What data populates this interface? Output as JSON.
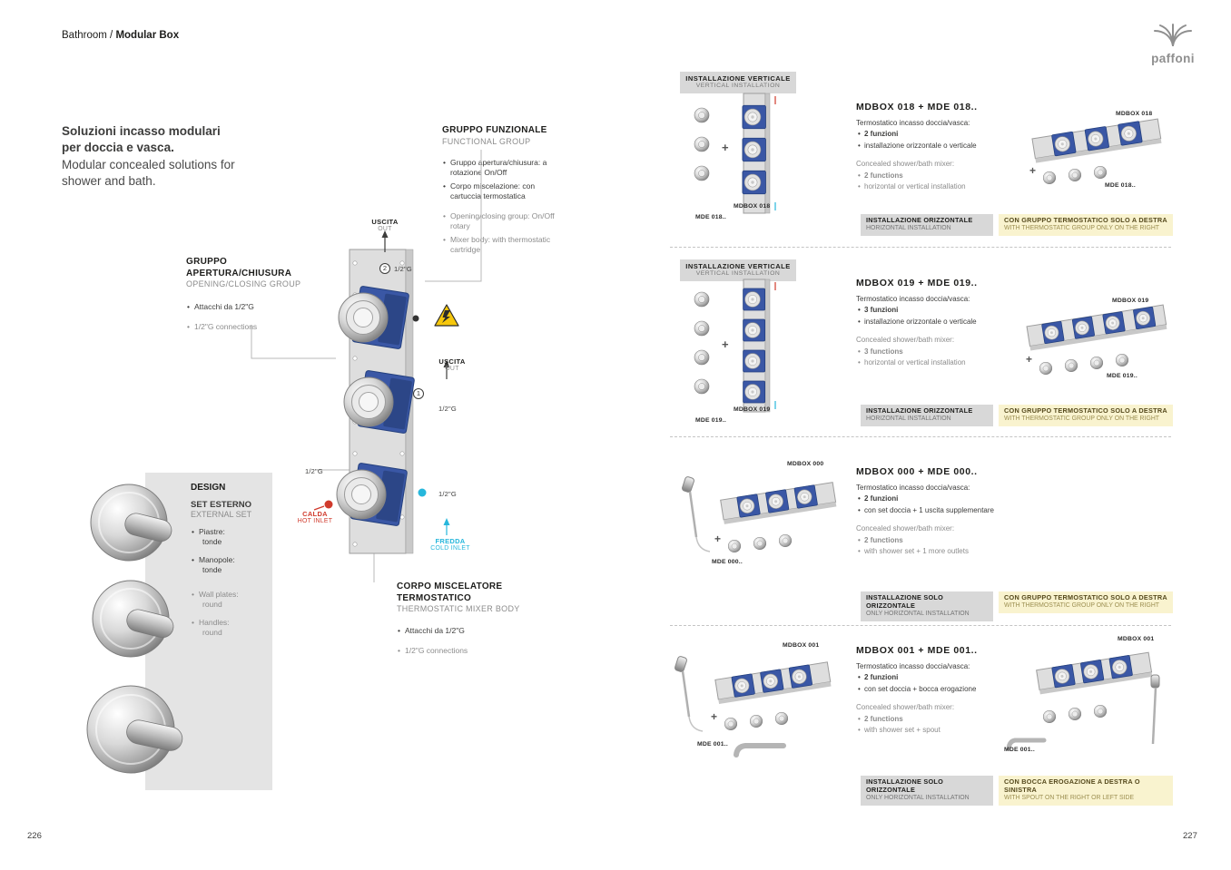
{
  "colors": {
    "module_blue": "#3a57a5",
    "hot_red": "#d03a2c",
    "cold_cyan": "#27b7dc",
    "badge_gray": "#d8d8d8",
    "badge_yellow": "#f9f3cf"
  },
  "left": {
    "breadcrumb": {
      "prefix": "Bathroom / ",
      "current": "Modular Box"
    },
    "intro": {
      "it": "Soluzioni incasso modulari per doccia e vasca.",
      "en": "Modular concealed solutions for shower and bath."
    },
    "functional_group": {
      "title_it": "GRUPPO FUNZIONALE",
      "title_en": "FUNCTIONAL GROUP",
      "bullets_it": [
        "Gruppo apertura/chiusura: a rotazione On/Off",
        "Corpo miscelazione: con cartuccia termostatica"
      ],
      "bullets_en": [
        "Opening/closing group: On/Off rotary",
        "Mixer body: with thermostatic cartridge"
      ]
    },
    "opening_group": {
      "title_it": "GRUPPO APERTURA/CHIUSURA",
      "title_en": "OPENING/CLOSING GROUP",
      "bullet_it": "Attacchi da 1/2\"G",
      "bullet_en": "1/2\"G connections"
    },
    "mixer_body": {
      "title_it": "CORPO MISCELATORE TERMOSTATICO",
      "title_en": "THERMOSTATIC MIXER BODY",
      "bullet_it": "Attacchi da 1/2\"G",
      "bullet_en": "1/2\"G connections"
    },
    "design": {
      "title": "DESIGN",
      "subtitle_it": "SET ESTERNO",
      "subtitle_en": "EXTERNAL SET",
      "bullets_it": [
        {
          "label": "Piastre:",
          "value": "tonde"
        },
        {
          "label": "Manopole:",
          "value": "tonde"
        }
      ],
      "bullets_en": [
        {
          "label": "Wall plates:",
          "value": "round"
        },
        {
          "label": "Handles:",
          "value": "round"
        }
      ]
    },
    "diagram": {
      "uscita": "USCITA",
      "out": "OUT",
      "size_g": "1/2\"G",
      "num_1": "1",
      "num_2": "2",
      "calda": "CALDA",
      "hot_inlet": "HOT INLET",
      "fredda": "FREDDA",
      "cold_inlet": "COLD INLET"
    },
    "page_number": "226"
  },
  "right": {
    "logo": "paffoni",
    "products": [
      {
        "vertical_badge_it": "INSTALLAZIONE VERTICALE",
        "vertical_badge_en": "VERTICAL INSTALLATION",
        "title": "MDBOX 018 + MDE 018..",
        "it_head": "Termostatico incasso doccia/vasca:",
        "it_b1": "2 funzioni",
        "it_b2": "installazione orizzontale o verticale",
        "en_head": "Concealed shower/bath mixer:",
        "en_b1": "2 functions",
        "en_b2": "horizontal or vertical installation",
        "label_mde_left": "MDE 018..",
        "label_mdbox_left": "MDBOX 018",
        "label_mdbox_right": "MDBOX 018",
        "label_mde_right": "MDE 018..",
        "badge1_it": "INSTALLAZIONE ORIZZONTALE",
        "badge1_en": "HORIZONTAL INSTALLATION",
        "badge2_it": "CON GRUPPO TERMOSTATICO SOLO A DESTRA",
        "badge2_en": "WITH THERMOSTATIC GROUP ONLY ON THE RIGHT"
      },
      {
        "vertical_badge_it": "INSTALLAZIONE VERTICALE",
        "vertical_badge_en": "VERTICAL INSTALLATION",
        "title": "MDBOX 019 + MDE 019..",
        "it_head": "Termostatico incasso doccia/vasca:",
        "it_b1": "3 funzioni",
        "it_b2": "installazione orizzontale o verticale",
        "en_head": "Concealed shower/bath mixer:",
        "en_b1": "3 functions",
        "en_b2": "horizontal or vertical installation",
        "label_mde_left": "MDE 019..",
        "label_mdbox_left": "MDBOX 019",
        "label_mdbox_right": "MDBOX 019",
        "label_mde_right": "MDE 019..",
        "badge1_it": "INSTALLAZIONE ORIZZONTALE",
        "badge1_en": "HORIZONTAL INSTALLATION",
        "badge2_it": "CON GRUPPO TERMOSTATICO SOLO A DESTRA",
        "badge2_en": "WITH THERMOSTATIC GROUP ONLY ON THE RIGHT"
      },
      {
        "title": "MDBOX 000 + MDE 000..",
        "it_head": "Termostatico incasso doccia/vasca:",
        "it_b1": "2 funzioni",
        "it_b2": "con set doccia + 1 uscita supplementare",
        "en_head": "Concealed shower/bath mixer:",
        "en_b1": "2 functions",
        "en_b2": "with shower set + 1 more outlets",
        "label_mdbox_left": "MDBOX 000",
        "label_mde_left": "MDE 000..",
        "badge1_it": "INSTALLAZIONE SOLO ORIZZONTALE",
        "badge1_en": "ONLY HORIZONTAL INSTALLATION",
        "badge2_it": "CON GRUPPO TERMOSTATICO SOLO A DESTRA",
        "badge2_en": "WITH THERMOSTATIC GROUP ONLY ON THE RIGHT"
      },
      {
        "title": "MDBOX 001 + MDE 001..",
        "it_head": "Termostatico incasso doccia/vasca:",
        "it_b1": "2 funzioni",
        "it_b2": "con set doccia + bocca erogazione",
        "en_head": "Concealed shower/bath mixer:",
        "en_b1": "2 functions",
        "en_b2": "with shower set + spout",
        "label_mdbox_left": "MDBOX 001",
        "label_mde_left": "MDE 001..",
        "label_mdbox_right": "MDBOX 001",
        "label_mde_right": "MDE 001..",
        "badge1_it": "INSTALLAZIONE SOLO ORIZZONTALE",
        "badge1_en": "ONLY HORIZONTAL INSTALLATION",
        "badge2_it": "CON BOCCA EROGAZIONE A DESTRA O SINISTRA",
        "badge2_en": "WITH SPOUT ON THE RIGHT OR LEFT SIDE"
      }
    ],
    "page_number": "227"
  }
}
